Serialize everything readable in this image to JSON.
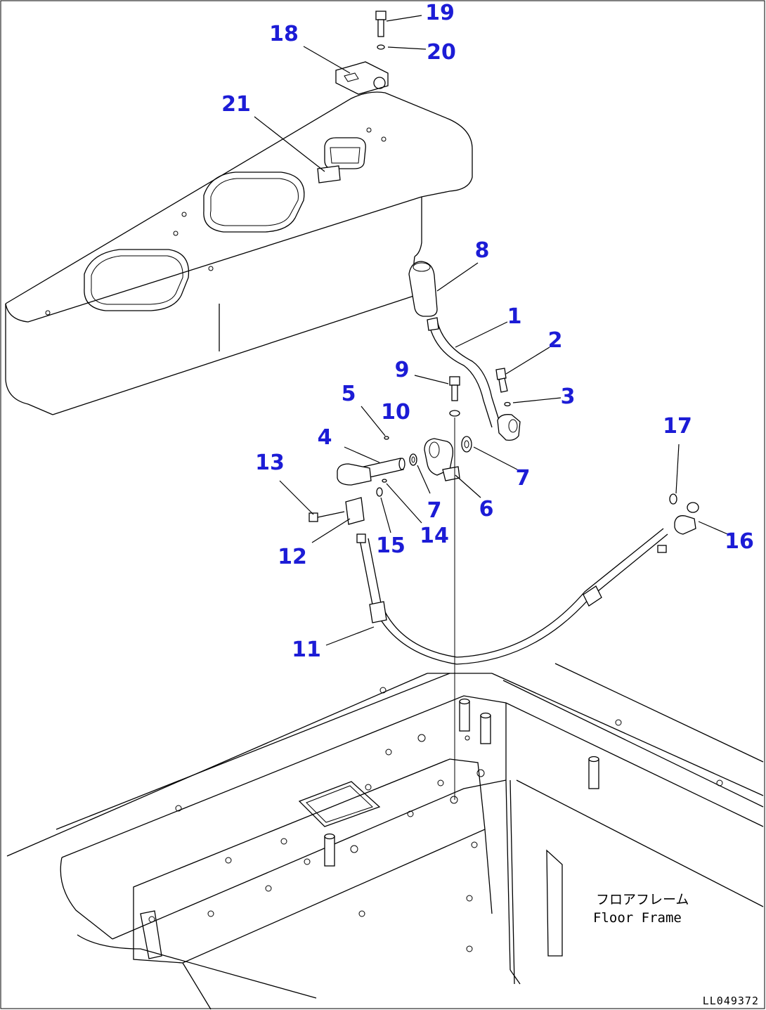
{
  "callouts": [
    {
      "id": "1",
      "label": "1"
    },
    {
      "id": "2",
      "label": "2"
    },
    {
      "id": "3",
      "label": "3"
    },
    {
      "id": "4",
      "label": "4"
    },
    {
      "id": "5",
      "label": "5"
    },
    {
      "id": "6",
      "label": "6"
    },
    {
      "id": "7a",
      "label": "7"
    },
    {
      "id": "7b",
      "label": "7"
    },
    {
      "id": "8",
      "label": "8"
    },
    {
      "id": "9",
      "label": "9"
    },
    {
      "id": "10",
      "label": "10"
    },
    {
      "id": "11",
      "label": "11"
    },
    {
      "id": "12",
      "label": "12"
    },
    {
      "id": "13",
      "label": "13"
    },
    {
      "id": "14",
      "label": "14"
    },
    {
      "id": "15",
      "label": "15"
    },
    {
      "id": "16",
      "label": "16"
    },
    {
      "id": "17",
      "label": "17"
    },
    {
      "id": "18",
      "label": "18"
    },
    {
      "id": "19",
      "label": "19"
    },
    {
      "id": "20",
      "label": "20"
    },
    {
      "id": "21",
      "label": "21"
    }
  ],
  "floor_frame": {
    "label_jp": "フロアフレーム",
    "label_en": "Floor Frame"
  },
  "drawing_code": "LL049372",
  "colors": {
    "callout": "#1c1cd6",
    "line": "#000000",
    "background": "#ffffff"
  }
}
